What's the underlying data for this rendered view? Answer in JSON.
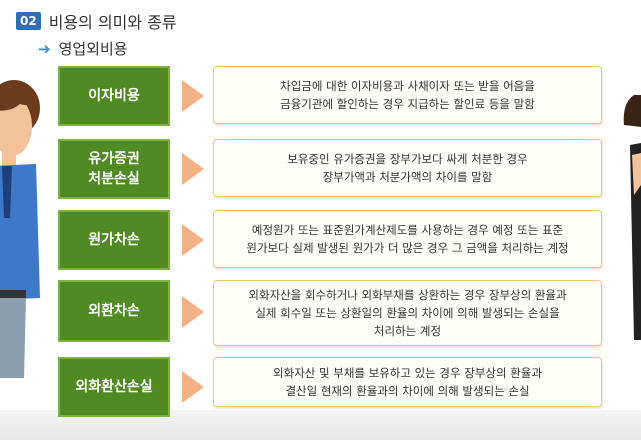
{
  "header": {
    "badge": "02",
    "title": "비용의 의미와 종류"
  },
  "subheader": {
    "title": "영업외비용"
  },
  "rows": [
    {
      "label": "이자비용",
      "desc": "차입금에 대한 이자비용과 사채이자 또는 받을 어음을\n금융기관에 할인하는 경우 지급하는 할인료 등을 말함"
    },
    {
      "label": "유가증권\n처분손실",
      "desc": "보유중인 유가증권을 장부가보다 싸게 처분한 경우\n장부가액과 처분가액의 차이를 말함"
    },
    {
      "label": "원가차손",
      "desc": "예정원가 또는 표준원가계산제도를 사용하는 경우 예정 또는 표준\n원가보다 실제 발생된 원가가 더 많은 경우 그 금액을 처리하는 계정"
    },
    {
      "label": "외환차손",
      "desc": "외화자산을 회수하거나 외화부채를 상환하는 경우 장부상의 환율과\n실제 회수일 또는 상환일의 환율의 차이에 의해 발생되는 손실을\n처리하는 계정"
    },
    {
      "label": "외화환산손실",
      "desc": "외화자산 및 부채를 보유하고 있는 경우 장부상의 환율과\n결산일 현재의 환율과의 차이에 의해 발생되는 손실"
    }
  ],
  "colors": {
    "label_bg": "#4f8a22",
    "arrow": "#f4b183",
    "box_border": "#f2c46d",
    "badge": "#2e6fb5"
  }
}
